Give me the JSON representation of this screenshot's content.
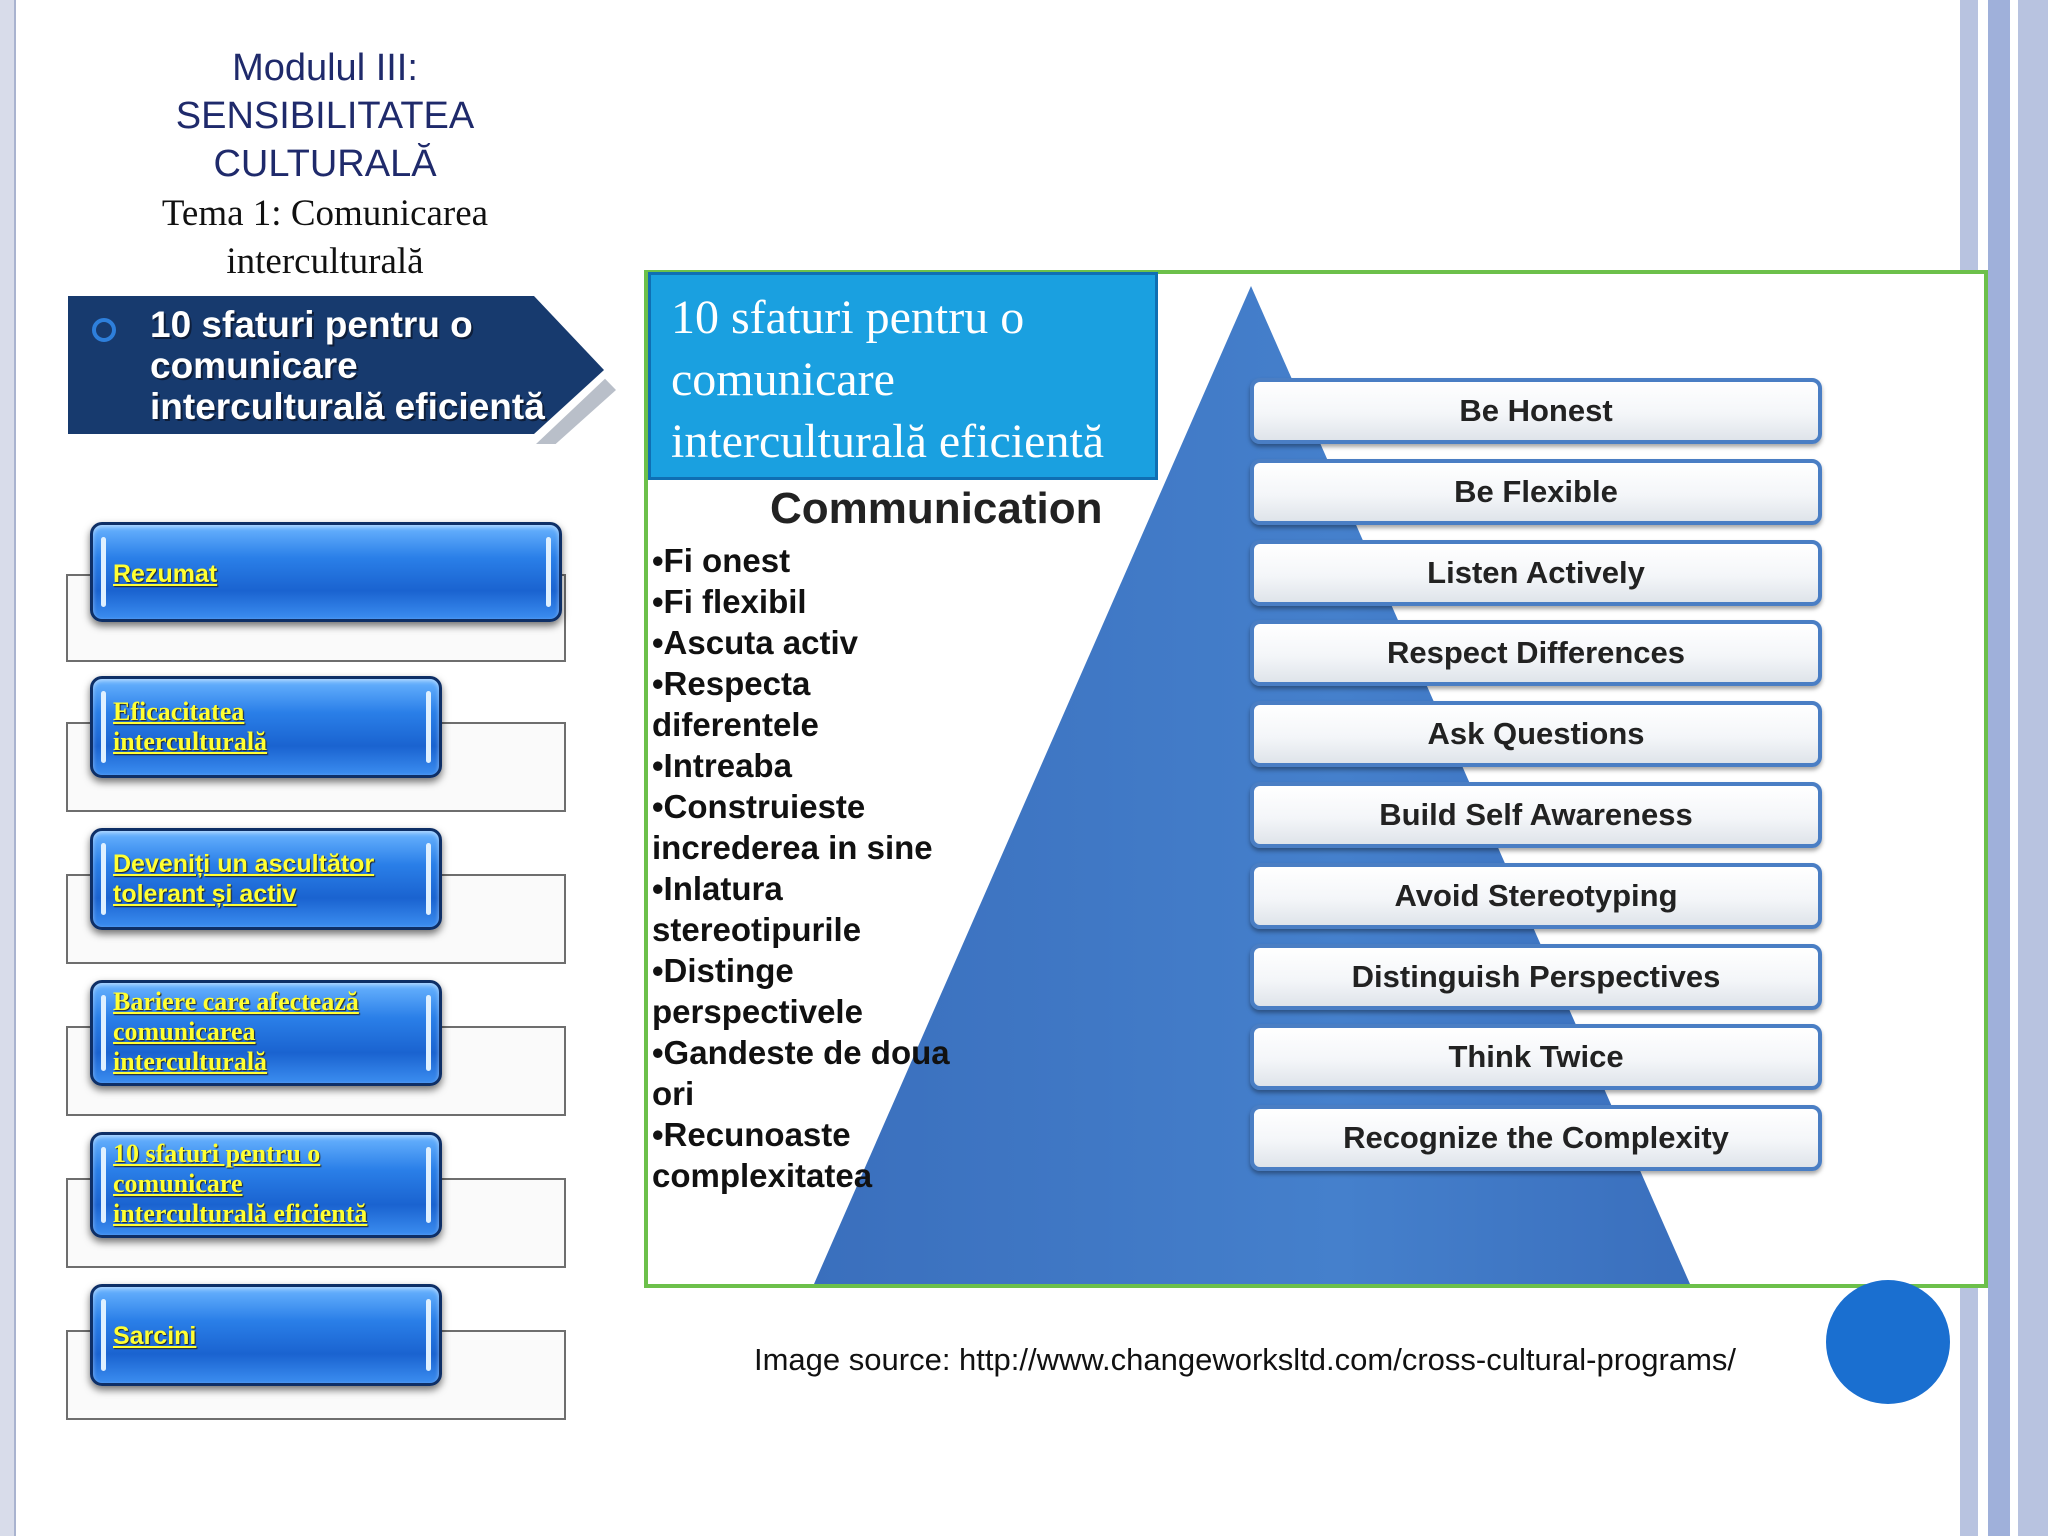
{
  "slide": {
    "module_title_lines": [
      "Modulul III:",
      "SENSIBILITATEA",
      "CULTURALĂ"
    ],
    "subtitle_lines": [
      "Tema 1: Comunicarea",
      "interculturală"
    ],
    "active_topic_lines": [
      "10 sfaturi pentru o",
      "comunicare",
      "interculturală eficientă"
    ],
    "colors": {
      "navy": "#1f2a6b",
      "banner": "#173a6e",
      "frame_green": "#6cc04a",
      "title_box": "#1aa0e0",
      "pyramid": "#3d76c4",
      "nav_link": "#ffff33",
      "accent_dot": "#1a6fd0",
      "stripes": [
        "#b8c3e0",
        "#ffffff",
        "#9fb0da",
        "#ffffff",
        "#b8c3e0"
      ]
    }
  },
  "nav": {
    "items": [
      {
        "lines": [
          "Rezumat"
        ],
        "font": "sans"
      },
      {
        "lines": [
          "Eficacitatea",
          "interculturală"
        ],
        "font": "serif"
      },
      {
        "lines": [
          "Deveniți un ascultător",
          "tolerant și activ"
        ],
        "font": "sans"
      },
      {
        "lines": [
          "Bariere care afectează",
          "comunicarea",
          "interculturală"
        ],
        "font": "serif"
      },
      {
        "lines": [
          "10 sfaturi pentru o",
          "comunicare",
          "interculturală eficientă"
        ],
        "font": "serif"
      },
      {
        "lines": [
          "Sarcini"
        ],
        "font": "sans"
      }
    ]
  },
  "content": {
    "title_lines": [
      "10 sfaturi pentru o",
      "comunicare",
      "interculturală eficientă"
    ],
    "pyramid_heading": "Communication",
    "tips_lines": [
      "•Fi onest",
      "•Fi flexibil",
      "•Ascuta activ",
      "•Respecta",
      "diferentele",
      "•Intreaba",
      "•Construieste",
      "increderea in sine",
      "•Inlatura",
      "stereotipurile",
      "•Distinge",
      "perspectivele",
      "•Gandeste de doua",
      "ori",
      "•Recunoaste",
      "complexitatea"
    ],
    "pyramid_steps": [
      "Be Honest",
      "Be Flexible",
      "Listen Actively",
      "Respect Differences",
      "Ask Questions",
      "Build Self Awareness",
      "Avoid Stereotyping",
      "Distinguish Perspectives",
      "Think Twice",
      "Recognize the Complexity"
    ],
    "image_source": "Image source: http://www.changeworksltd.com/cross-cultural-programs/"
  }
}
